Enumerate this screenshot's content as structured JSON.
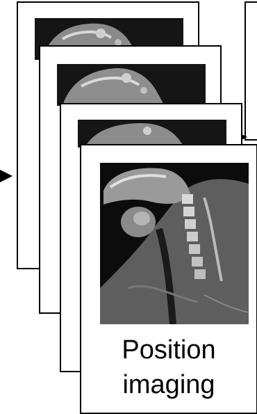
{
  "diagram": {
    "front_card": {
      "caption_line1": "Position",
      "caption_line2": "imaging"
    },
    "stack_count": 4,
    "colors": {
      "card_border": "#000000",
      "scan_bg": "#111111",
      "arrow": "#000000"
    }
  }
}
